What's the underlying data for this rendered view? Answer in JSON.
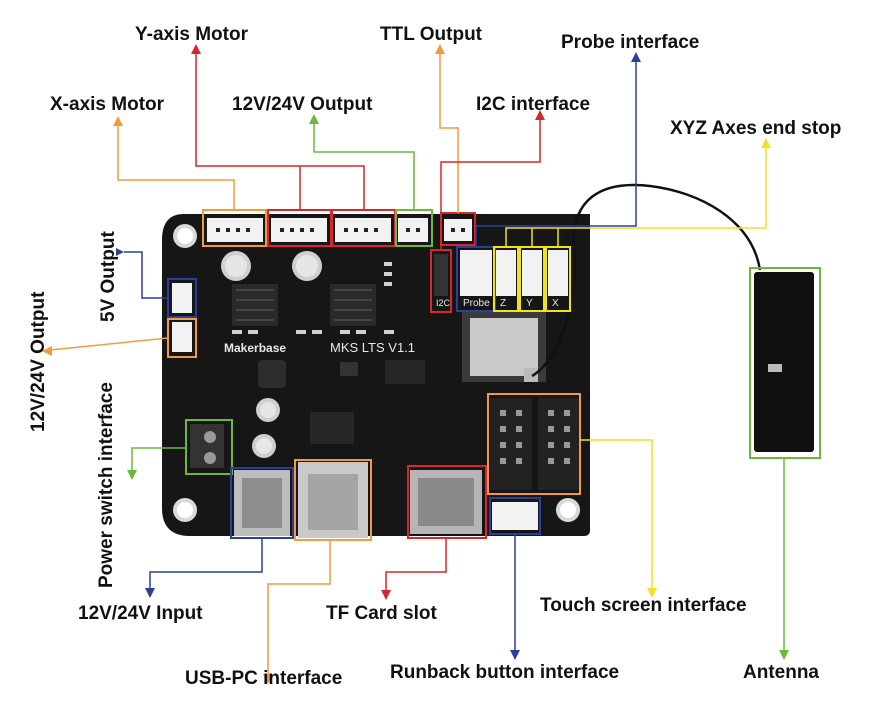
{
  "labels": {
    "y_axis_motor": "Y-axis Motor",
    "ttl_output": "TTL Output",
    "probe_interface": "Probe interface",
    "x_axis_motor": "X-axis Motor",
    "output_12v_24v_top": "12V/24V Output",
    "i2c_interface": "I2C interface",
    "xyz_axes_end_stop": "XYZ Axes end stop",
    "output_5v": "5V Output",
    "output_12v_24v_left": "12V/24V Output",
    "power_switch_interface": "Power switch interface",
    "input_12v_24v": "12V/24V Input",
    "tf_card_slot": "TF Card slot",
    "touch_screen_interface": "Touch screen interface",
    "usb_pc_interface": "USB-PC interface",
    "runback_button_interface": "Runback button interface",
    "antenna": "Antenna"
  },
  "board_silkscreen": {
    "brand": "Makerbase",
    "model": "MKS LTS V1.1",
    "probe": "Probe",
    "i2c": "I2C",
    "z": "Z",
    "y": "Y",
    "x": "X"
  },
  "colors": {
    "orange": "#f29a3f",
    "red": "#d8262a",
    "green": "#6bb83a",
    "blue": "#2b3f9a",
    "yellow": "#f0e21c",
    "board": "#161616"
  }
}
